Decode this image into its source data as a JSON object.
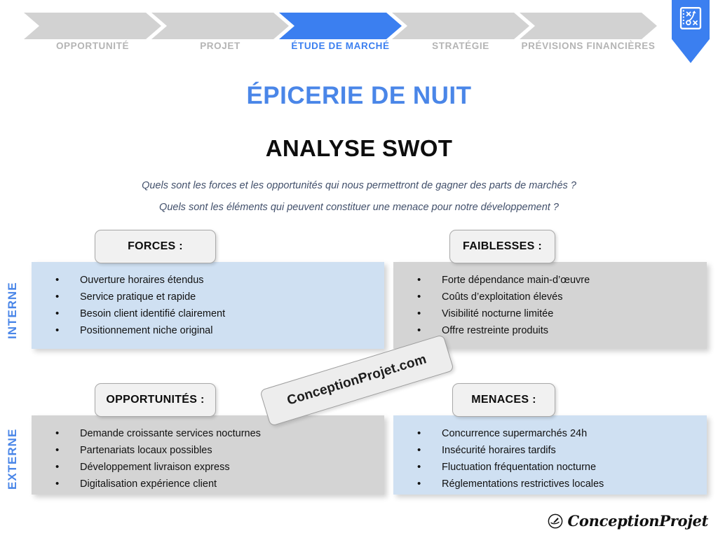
{
  "stepper": {
    "icon": "strategy-playbook-icon",
    "steps": [
      {
        "label": "OPPORTUNITÉ",
        "active": false
      },
      {
        "label": "PROJET",
        "active": false
      },
      {
        "label": "ÉTUDE DE MARCHÉ",
        "active": true
      },
      {
        "label": "STRATÉGIE",
        "active": false
      },
      {
        "label": "PRÉVISIONS FINANCIÈRES",
        "active": false
      }
    ]
  },
  "header": {
    "project_title": "ÉPICERIE DE NUIT",
    "doc_title": "ANALYSE SWOT",
    "subtitle_1": "Quels sont les forces et les opportunités qui nous permettront de gagner des parts de marchés ?",
    "subtitle_2": "Quels sont les éléments qui peuvent constituer une menace pour notre développement ?"
  },
  "axes": {
    "internal": "INTERNE",
    "external": "EXTERNE"
  },
  "quadrants": {
    "forces": {
      "badge": "FORCES :",
      "items": [
        "Ouverture horaires étendus",
        "Service pratique et rapide",
        "Besoin client identifié clairement",
        "Positionnement niche original"
      ]
    },
    "faiblesses": {
      "badge": "FAIBLESSES :",
      "items": [
        "Forte dépendance main-d’œuvre",
        "Coûts d’exploitation élevés",
        "Visibilité nocturne limitée",
        "Offre restreinte produits"
      ]
    },
    "opportunites": {
      "badge": "OPPORTUNITÉS :",
      "items": [
        "Demande croissante services nocturnes",
        "Partenariats locaux possibles",
        "Développement livraison express",
        "Digitalisation expérience client"
      ]
    },
    "menaces": {
      "badge": "MENACES :",
      "items": [
        "Concurrence supermarchés 24h",
        "Insécurité horaires tardifs",
        "Fluctuation fréquentation nocturne",
        "Réglementations restrictives locales"
      ]
    }
  },
  "watermark": {
    "text": "ConceptionProjet.com"
  },
  "footer": {
    "brand": "ConceptionProjet",
    "icon": "conceptionprojet-logo-icon"
  },
  "colors": {
    "accent_blue": "#3b7ff0",
    "title_blue": "#4a86e8",
    "step_inactive_grey": "#d2d2d2",
    "quad_blue": "#cfe0f2",
    "quad_grey": "#d4d4d4",
    "badge_grey": "#f1f1f1"
  }
}
